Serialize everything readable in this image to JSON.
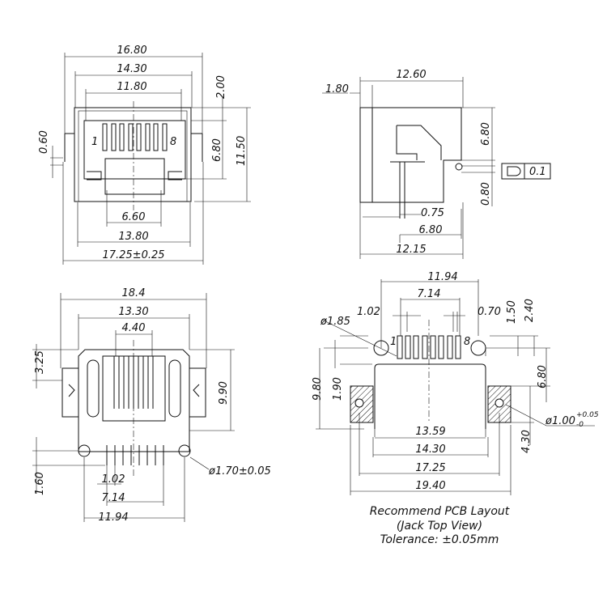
{
  "front_view": {
    "dims": [
      "16.80",
      "14.30",
      "11.80",
      "2.00",
      "0.60",
      "6.80",
      "11.50",
      "6.60",
      "13.80",
      "17.25±0.25"
    ],
    "pin_first": "1",
    "pin_last": "8"
  },
  "side_view": {
    "dims": [
      "1.80",
      "12.60",
      "6.80",
      "0.80",
      "0.75",
      "6.80",
      "12.15"
    ],
    "tolerance_symbol": "flatness-icon",
    "tolerance_value": "0.1"
  },
  "bottom_view": {
    "dims": [
      "18.4",
      "13.30",
      "4.40",
      "3.25",
      "9.90",
      "ø1.70±0.05",
      "1.60",
      "1.02",
      "7.14",
      "11.94"
    ]
  },
  "pcb_layout": {
    "dims": [
      "11.94",
      "7.14",
      "1.02",
      "0.70",
      "ø1.85",
      "1.50",
      "2.40",
      "9.80",
      "1.90",
      "6.80",
      "ø1.00",
      "+0.05",
      "-0",
      "4.30",
      "13.59",
      "14.30",
      "17.25",
      "19.40"
    ],
    "pin_first": "1",
    "pin_last": "8",
    "caption": [
      "Recommend PCB Layout",
      "(Jack Top View)",
      "Tolerance: ±0.05mm"
    ]
  }
}
